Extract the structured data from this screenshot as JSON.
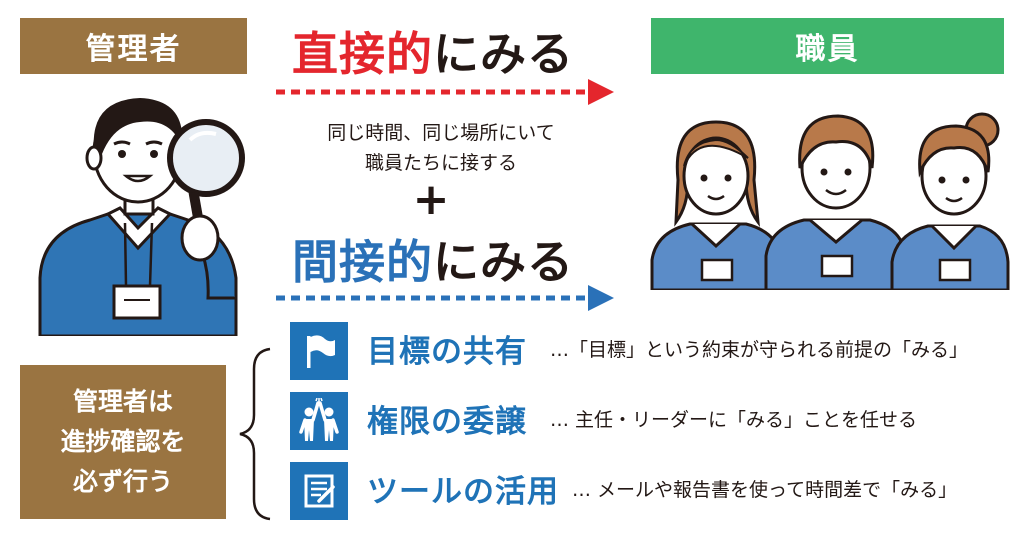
{
  "manager_label": "管理者",
  "staff_label": "職員",
  "direct": {
    "highlight": "直接的",
    "rest": "にみる",
    "description_line1": "同じ時間、同じ場所にいて",
    "description_line2": "職員たちに接する",
    "color": "#e4262d"
  },
  "plus": "+",
  "indirect": {
    "highlight": "間接的",
    "rest": "にみる",
    "color": "#2a71b8"
  },
  "rule_box": {
    "line1": "管理者は",
    "line2": "進捗確認を",
    "line3": "必ず行う"
  },
  "items": [
    {
      "title": "目標の共有",
      "description": "…「目標」という約束が守られる前提の「みる」",
      "icon": "flag-icon"
    },
    {
      "title": "権限の委譲",
      "description": "… 主任・リーダーに「みる」ことを任せる",
      "icon": "high-five-icon"
    },
    {
      "title": "ツールの活用",
      "description": "… メールや報告書を使って時間差で「みる」",
      "icon": "document-icon"
    }
  ],
  "colors": {
    "manager_brown": "#9a7441",
    "staff_green": "#3fb56c",
    "item_blue": "#1f73b7",
    "uniform_blue": "#2f75b5"
  }
}
